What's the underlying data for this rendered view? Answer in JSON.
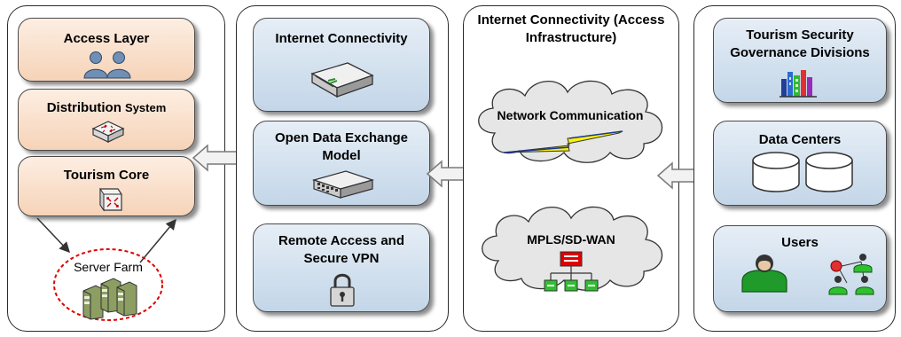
{
  "panels": {
    "left": {
      "items": [
        {
          "label": "Access Layer",
          "icon": "users-icon"
        },
        {
          "label": "Distribution ",
          "label_suffix": "System",
          "icon": "switch-icon"
        },
        {
          "label": "Tourism Core",
          "icon": "router-icon"
        }
      ],
      "server_farm": {
        "label": "Server Farm",
        "icon": "servers-icon"
      }
    },
    "middle": {
      "items": [
        {
          "label": "Internet Connectivity",
          "icon": "modem-icon"
        },
        {
          "label_lines": [
            "Open Data Exchange",
            "Model"
          ],
          "icon": "network-switch-icon"
        },
        {
          "label_lines": [
            "Remote Access and",
            "Secure VPN"
          ],
          "icon": "padlock-icon"
        }
      ]
    },
    "cloud_panel": {
      "title_lines": [
        "Internet Connectivity (Access",
        "Infrastructure)"
      ],
      "clouds": [
        {
          "label": "Network Communication",
          "icon": "lightning-icon"
        },
        {
          "label": "MPLS/SD-WAN",
          "icon": "hierarchy-icon"
        }
      ]
    },
    "right": {
      "items": [
        {
          "label_lines": [
            "Tourism Security",
            "Governance Divisions"
          ],
          "icon": "bar-chart-icon"
        },
        {
          "label": "Data Centers",
          "icon": "database-icon"
        },
        {
          "label": "Users",
          "icon": "user-icon"
        }
      ]
    }
  },
  "colors": {
    "peach": "#f6d3b8",
    "blue": "#c3d6e8",
    "cloud": "#e6e6e6",
    "user_green": "#1f9a2b",
    "server_farm_ring": "#e00000",
    "lightning": "#fff200",
    "hierarchy_red": "#e00000",
    "hierarchy_green": "#2fbf2f"
  }
}
